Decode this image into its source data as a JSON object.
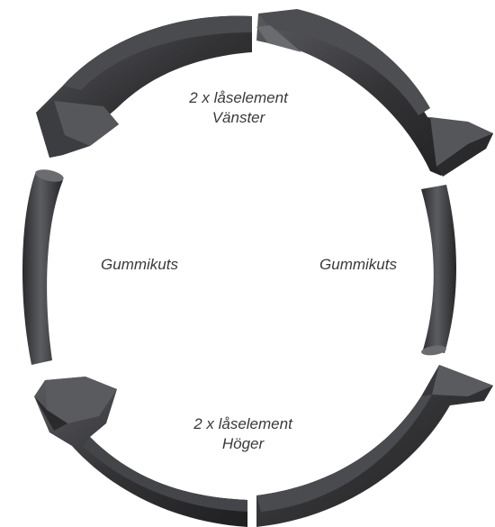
{
  "labels": {
    "top": {
      "line1": "2 x låselement",
      "line2": "Vänster"
    },
    "bottom": {
      "line1": "2 x låselement",
      "line2": "Höger"
    },
    "left": "Gummikuts",
    "right": "Gummikuts"
  },
  "colors": {
    "part_dark": "#2b2b2d",
    "part_mid": "#3a3a3d",
    "part_light": "#55565a",
    "label": "#3a3a3a"
  }
}
